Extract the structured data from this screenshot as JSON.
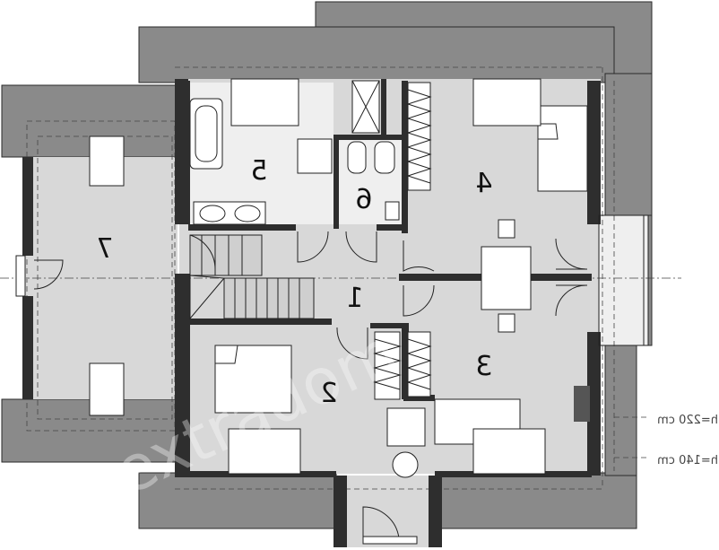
{
  "rooms": [
    {
      "id": "1",
      "label": "1"
    },
    {
      "id": "2",
      "label": "2"
    },
    {
      "id": "3",
      "label": "3"
    },
    {
      "id": "4",
      "label": "4"
    },
    {
      "id": "5",
      "label": "5"
    },
    {
      "id": "6",
      "label": "6"
    },
    {
      "id": "7",
      "label": "7"
    }
  ],
  "height_labels": {
    "h220": "h=220 cm",
    "h140": "h=140 cm"
  },
  "watermark": "extradom",
  "colors": {
    "roof": "#8a8a8a",
    "wall": "#2e2e2e",
    "floor": "#d8d8d8"
  }
}
